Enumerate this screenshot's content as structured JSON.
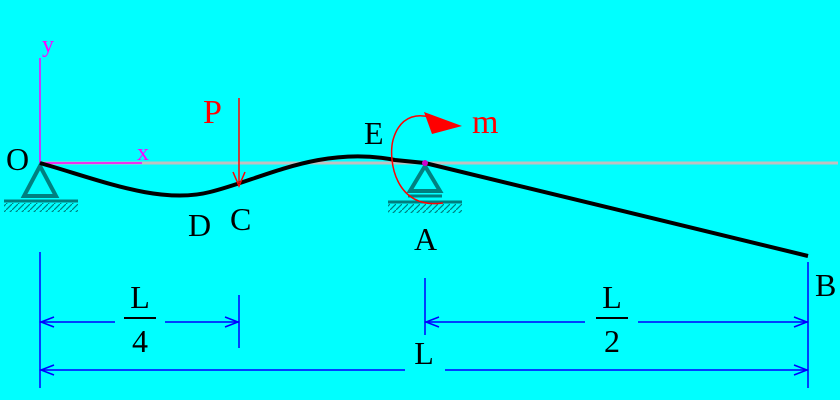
{
  "colors": {
    "background": "#00ffff",
    "beam_reference": "#c0c0c0",
    "deflection_curve": "#000000",
    "support": "#008080",
    "axes": "#ff00ff",
    "load": "#ff0000",
    "dimension": "#0000ff",
    "text": "#000000"
  },
  "axes": {
    "x_label": "x",
    "y_label": "y"
  },
  "points": {
    "origin": "O",
    "d": "D",
    "c": "C",
    "e": "E",
    "a": "A",
    "b": "B"
  },
  "loads": {
    "force_label": "P",
    "moment_label": "m"
  },
  "dimensions": {
    "left_segment": {
      "numerator": "L",
      "denominator": "4"
    },
    "right_segment": {
      "numerator": "L",
      "denominator": "2"
    },
    "total": "L"
  },
  "icons": {
    "support_o": "pin-support-icon",
    "support_a": "roller-support-icon",
    "force_arrow": "down-arrow-icon",
    "moment_arrow": "curved-arrow-icon"
  }
}
